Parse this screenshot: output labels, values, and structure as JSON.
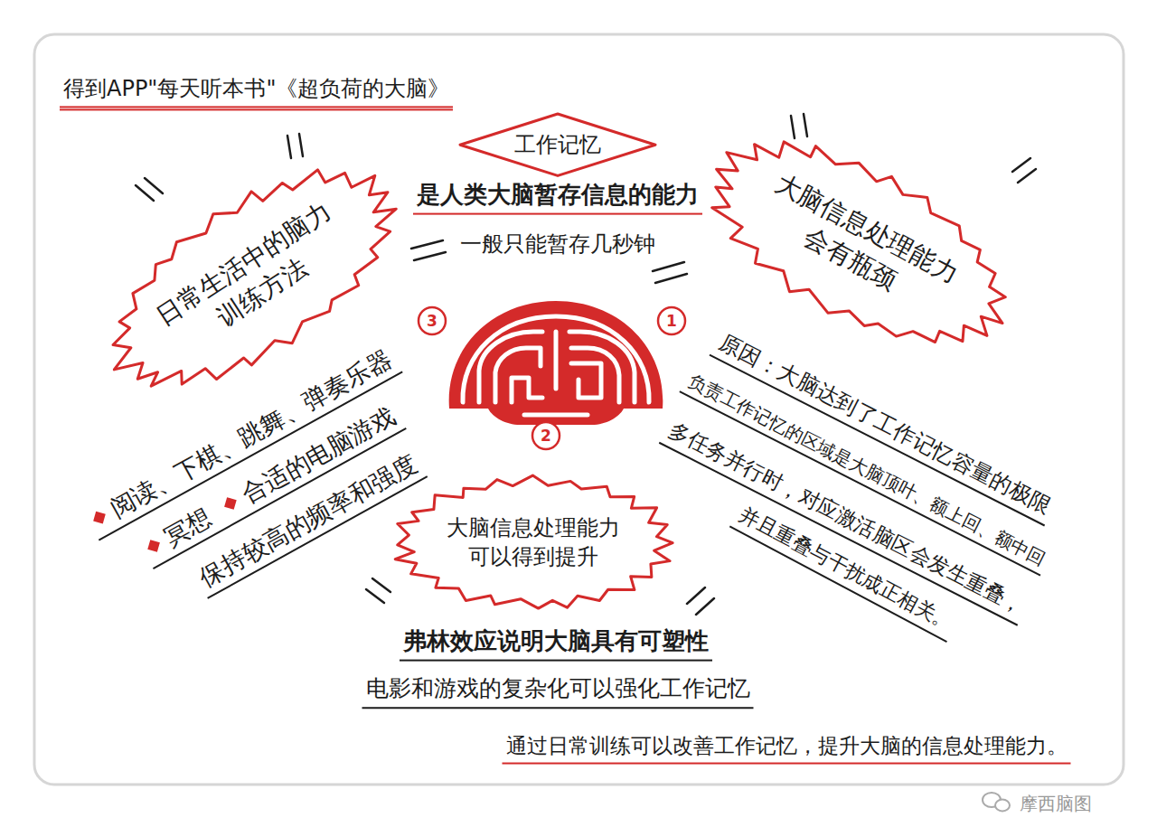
{
  "diagram": {
    "title": "得到APP\"每天听本书\"《超负荷的大脑》",
    "caption": "通过日常训练可以改善工作记忆，提升大脑的信息处理能力。",
    "nodes": [
      {
        "text": [
          "工作记忆"
        ]
      },
      {
        "text": [
          "大脑信息处理能力 会有瓶颈"
        ]
      },
      {
        "text": [
          "大脑信息处理能力 可以得到提升"
        ]
      },
      {
        "text": [
          "日常生活中的脑力 训练方法"
        ]
      }
    ],
    "labels": [
      "是人类大脑暂存信息的能力",
      "一般只能暂存几秒钟",
      "1",
      "2",
      "3",
      "原因：大脑达到了工作记忆容量的极限",
      "负责工作记忆的区域是大脑顶叶、额上回、额中回",
      "多任务并行时，对应激活脑区会发生重叠，",
      "并且重叠与干扰成正相关。",
      "弗林效应说明大脑具有可塑性",
      "电影和游戏的复杂化可以强化工作记忆",
      "阅读、下棋、跳舞、弹奏乐器",
      "冥想",
      "合适的电脑游戏",
      "保持较高的频率和强度",
      "摩西脑图"
    ]
  }
}
